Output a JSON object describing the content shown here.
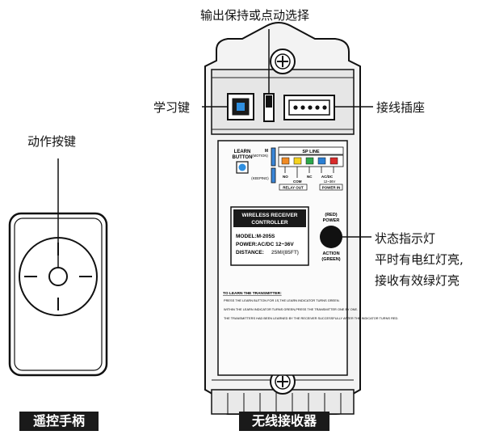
{
  "callouts": {
    "output_mode": "输出保持或点动选择",
    "learn_key": "学习键",
    "socket": "接线插座",
    "action_key": "动作按键",
    "status_line1": "状态指示灯",
    "status_line2": "平时有电红灯亮,",
    "status_line3": "接收有效绿灯亮"
  },
  "tags": {
    "remote": "遥控手柄",
    "receiver": "无线接收器"
  },
  "board": {
    "learn_button_l1": "LEARN",
    "learn_button_l2": "BUTTON",
    "momentary": "M",
    "momentary_sub": "(MOTION)",
    "keeping": "(KEEPING)",
    "sp_line": "SP LINE",
    "pin_no": "NO",
    "pin_com": "COM",
    "pin_nc": "NC",
    "pin_acdc": "AC/DC",
    "pin_volt": "12~36V",
    "relay_out": "RELAY OUT",
    "power_in": "POWER IN",
    "red_power_l1": "(RED)",
    "red_power_l2": "POWER",
    "action_green_l1": "ACTION",
    "action_green_l2": "(GREEN)",
    "title_l1": "WIRELESS RECEIVER",
    "title_l2": "CONTROLLER",
    "model": "MODEL:M-205S",
    "power": "POWER:AC/DC 12~36V",
    "distance_label": "DISTANCE:",
    "distance_value": "25M/(85FT)",
    "learn_title": "TO LEARN THE TRANSMITTER:",
    "step1": "PRESS THE LEARN BUTTON FOR 1S,THE LEARN INDICATOR TURNS GREEN.",
    "step2": "WITHIN THE LEARN INDICATOR TURNS GREEN,PRESS THE TRANSMITTER ONE BY ONE.",
    "step3": "THE TRANSMITTERS HAD BEEN LEARNED BY THE RECEIVER SUCCESSFULLY AFTER THE INDICATOR TURNS RED."
  },
  "colors": {
    "pin1": "#f08a24",
    "pin2": "#f5d21e",
    "pin3": "#2ca84a",
    "pin4": "#2a7fd4",
    "pin5": "#d92b2b",
    "learn_button": "#2f8fe0",
    "switch": "#3a86d8"
  }
}
